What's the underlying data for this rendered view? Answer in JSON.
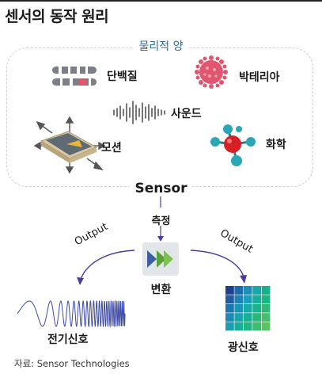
{
  "title": "센서의 동작 원리",
  "physical_quantity": {
    "title": "물리적 양",
    "items": [
      {
        "label": "단백질",
        "icon": "chromosome-icon"
      },
      {
        "label": "박테리아",
        "icon": "bacteria-icon"
      },
      {
        "label": "사운드",
        "icon": "soundwave-icon"
      },
      {
        "label": "모션",
        "icon": "motion-device-icon"
      },
      {
        "label": "화학",
        "icon": "molecule-icon"
      }
    ]
  },
  "sensor_label": "Sensor",
  "measure_label": "측정",
  "convert_label": "변환",
  "output_left": "Output",
  "output_right": "Output",
  "electric_signal_label": "전기신호",
  "light_signal_label": "광신호",
  "source": "자료: Sensor Technologies",
  "colors": {
    "accent_blue": "#2d6a8d",
    "arrow_purple": "#4a3f9c",
    "bacteria_pink": "#e0566f",
    "molecule_red": "#d62024",
    "molecule_teal": "#2ba6b5"
  }
}
